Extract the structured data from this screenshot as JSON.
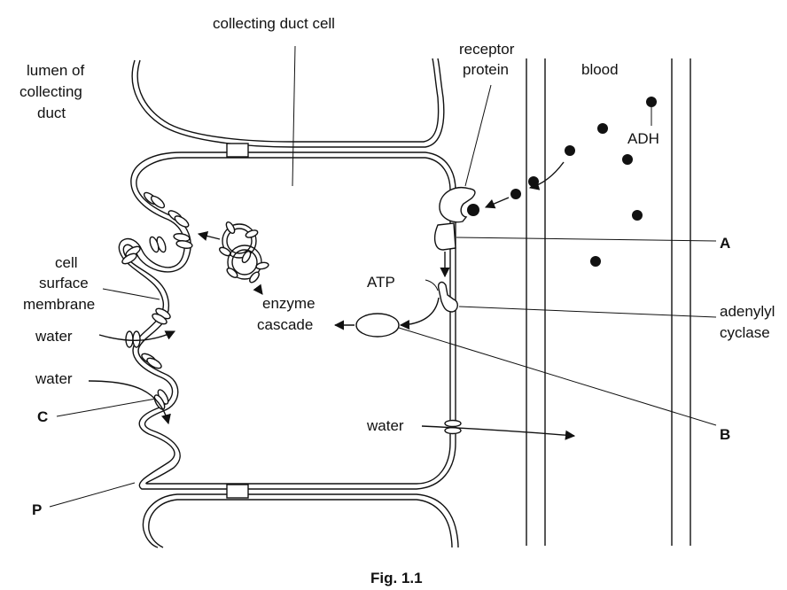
{
  "labels": {
    "lumen": [
      "lumen of",
      "collecting",
      "duct"
    ],
    "collecting_duct_cell": "collecting duct cell",
    "receptor_protein": [
      "receptor",
      "protein"
    ],
    "blood": "blood",
    "adh": "ADH",
    "cell_surface_membrane": [
      "cell",
      "surface",
      "membrane"
    ],
    "water_1": "water",
    "water_2": "water",
    "water_3": "water",
    "enzyme_cascade": [
      "enzyme",
      "cascade"
    ],
    "atp": "ATP",
    "adenylyl_cyclase": [
      "adenylyl",
      "cyclase"
    ],
    "a": "A",
    "b": "B",
    "c": "C",
    "p": "P",
    "figure_caption": "Fig. 1.1"
  }
}
